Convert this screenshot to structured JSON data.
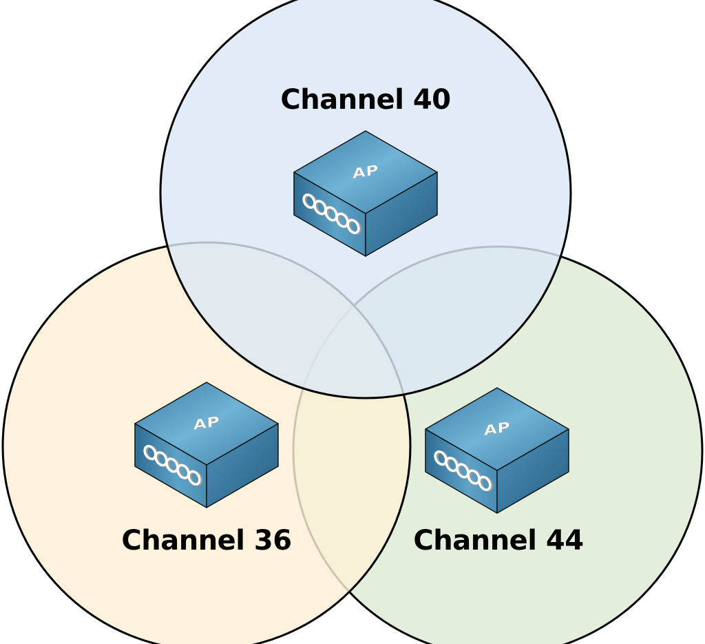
{
  "diagram": {
    "title": "Non-overlapping 5 GHz channel plan",
    "cells": [
      {
        "id": "top",
        "channel_label": "Channel 40",
        "ap_label": "AP",
        "fill": "#dde9f5"
      },
      {
        "id": "left",
        "channel_label": "Channel 36",
        "ap_label": "AP",
        "fill": "#fdf0d5"
      },
      {
        "id": "right",
        "channel_label": "Channel 44",
        "ap_label": "AP",
        "fill": "#e3eedc"
      }
    ],
    "colors": {
      "outline": "#000000",
      "ap_top": "#5a9cc0",
      "ap_left": "#3f7ea3",
      "ap_right": "#35739a"
    }
  }
}
